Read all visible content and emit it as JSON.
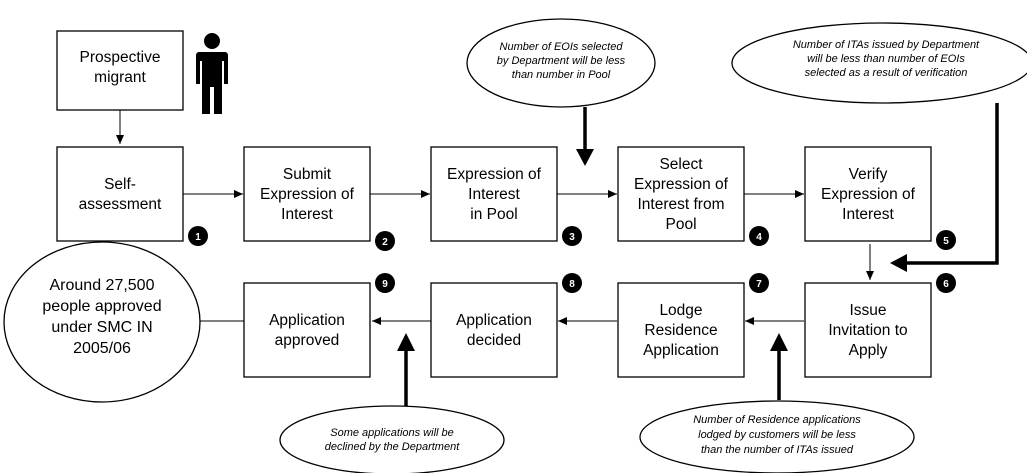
{
  "start": {
    "lines": [
      "Prospective",
      "migrant"
    ]
  },
  "steps": [
    {
      "lines": [
        "Self-",
        "assessment"
      ],
      "badge": "1"
    },
    {
      "lines": [
        "Submit",
        "Expression of",
        "Interest"
      ],
      "badge": "2"
    },
    {
      "lines": [
        "Expression of",
        "Interest",
        "in Pool"
      ],
      "badge": "3"
    },
    {
      "lines": [
        "Select",
        "Expression of",
        "Interest from",
        "Pool"
      ],
      "badge": "4"
    },
    {
      "lines": [
        "Verify",
        "Expression of",
        "Interest"
      ],
      "badge": "5"
    },
    {
      "lines": [
        "Issue",
        "Invitation to",
        "Apply"
      ],
      "badge": "6"
    },
    {
      "lines": [
        "Lodge",
        "Residence",
        "Application"
      ],
      "badge": "7"
    },
    {
      "lines": [
        "Application",
        "decided"
      ],
      "badge": "8"
    },
    {
      "lines": [
        "Application",
        "approved"
      ],
      "badge": "9"
    }
  ],
  "outcome": {
    "lines": [
      "Around 27,500",
      "people approved",
      "under SMC IN",
      "2005/06"
    ]
  },
  "notes": [
    {
      "lines": [
        "Number of EOIs selected",
        "by Department will be less",
        "than number in Pool"
      ]
    },
    {
      "lines": [
        "Number of ITAs issued by Department",
        "will be less than number of EOIs",
        "selected as a result of verification"
      ]
    },
    {
      "lines": [
        "Some applications will be",
        "declined by the Department"
      ]
    },
    {
      "lines": [
        "Number of Residence applications",
        "lodged by customers will be less",
        "than the number of ITAs issued"
      ]
    }
  ]
}
